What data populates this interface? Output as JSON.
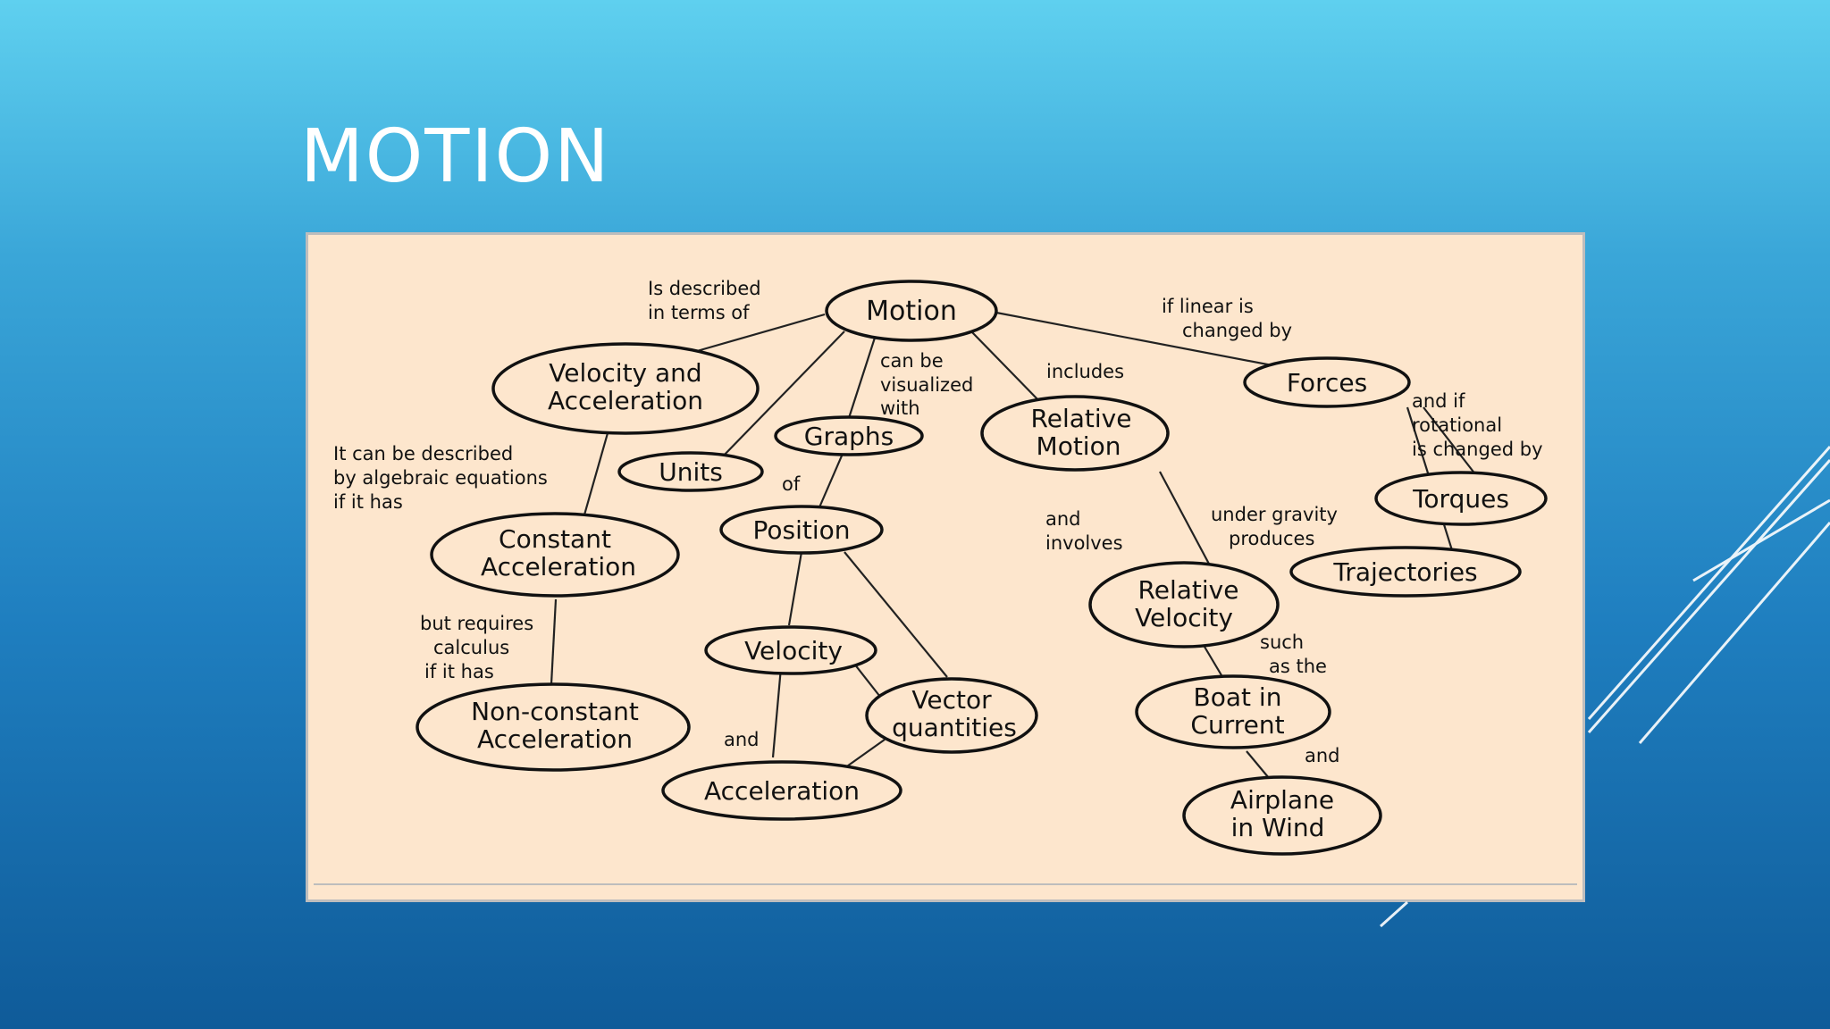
{
  "slide": {
    "title": "MOTION",
    "colors": {
      "background_top": "#5fd0ef",
      "background_bottom": "#0f5b99",
      "figure_bg": "#fde6cd"
    }
  },
  "concept_map": {
    "nodes": {
      "motion": [
        "Motion"
      ],
      "velocity_acceleration": [
        "Velocity and",
        "Acceleration"
      ],
      "units": [
        "Units"
      ],
      "graphs": [
        "Graphs"
      ],
      "relative_motion": [
        "Relative",
        "Motion"
      ],
      "forces": [
        "Forces"
      ],
      "torques": [
        "Torques"
      ],
      "trajectories": [
        "Trajectories"
      ],
      "constant_acceleration": [
        "Constant",
        "Acceleration"
      ],
      "position": [
        "Position"
      ],
      "relative_velocity": [
        "Relative",
        "Velocity"
      ],
      "velocity": [
        "Velocity"
      ],
      "vector_quantities": [
        "Vector",
        "quantities"
      ],
      "non_constant_acceleration": [
        "Non-constant",
        "Acceleration"
      ],
      "acceleration": [
        "Acceleration"
      ],
      "boat_in_current": [
        "Boat in",
        "Current"
      ],
      "airplane_in_wind": [
        "Airplane",
        "in Wind"
      ]
    },
    "link_labels": {
      "described_in_terms_of": [
        "Is described",
        "in terms of"
      ],
      "visualized_with": [
        "can be",
        "visualized",
        "with"
      ],
      "includes": [
        "includes"
      ],
      "if_linear": [
        "if linear is",
        "changed by"
      ],
      "if_rotational": [
        "and if",
        "rotational",
        "is changed by"
      ],
      "algebraic": [
        "It can be described",
        "by algebraic equations",
        "if it has"
      ],
      "of": [
        "of"
      ],
      "and_involves": [
        "and",
        "involves"
      ],
      "under_gravity": [
        "under gravity",
        "produces"
      ],
      "calculus": [
        "but requires",
        "calculus",
        "if it has"
      ],
      "such_as": [
        "such",
        "as the"
      ],
      "and_1": [
        "and"
      ],
      "and_2": [
        "and"
      ]
    }
  }
}
